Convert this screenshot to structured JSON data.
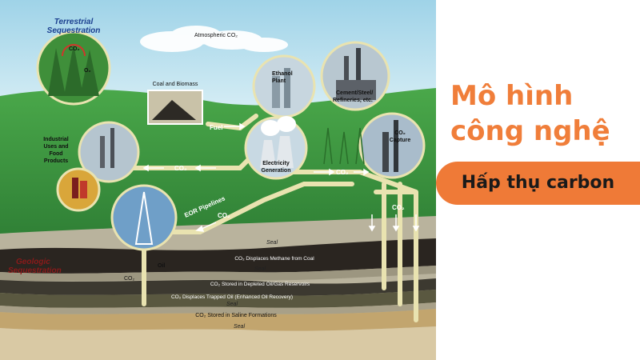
{
  "diagram": {
    "terrestrial": "Terrestrial Sequestration",
    "terrestrial_lines": [
      "Terrestrial",
      "Sequestration"
    ],
    "geologic_lines": [
      "Geologic",
      "Sequestration"
    ],
    "atmospheric": "Atmospheric CO₂",
    "coal_biomass": "Coal and Biomass",
    "fuel": "Fuel",
    "ethanol_lines": [
      "Ethanol",
      "Plant"
    ],
    "cement_lines": [
      "Cement/Steel/",
      "Refineries, etc."
    ],
    "industrial_lines": [
      "Industrial",
      "Uses and",
      "Food",
      "Products"
    ],
    "electricity_lines": [
      "Electricity",
      "Generation"
    ],
    "capture_lines": [
      "CO₂",
      "Capture"
    ],
    "co2": "CO₂",
    "eor_pipelines": "EOR Pipelines",
    "oil": "Oil",
    "seal": "Seal",
    "o2": "O₂",
    "layers": {
      "methane": "CO₂ Displaces Methane from Coal",
      "depleted": "CO₂ Stored in Depleted Oil/Gas Reservoirs",
      "trapped": "CO₂ Displaces Trapped Oil (Enhanced Oil Recovery)",
      "saline": "CO₂ Stored in Saline Formations"
    }
  },
  "side": {
    "title": "Mô hình công nghệ",
    "subtitle": "Hấp thụ carbon"
  },
  "colors": {
    "accent": "#ef7a37",
    "title": "#f07e3a",
    "sky": "#a9d8ea",
    "grass": "#3d9a3e",
    "pipe": "#e9e3b0",
    "terrestrial_label": "#1b3f8f",
    "geologic_label": "#8b1a1a"
  }
}
